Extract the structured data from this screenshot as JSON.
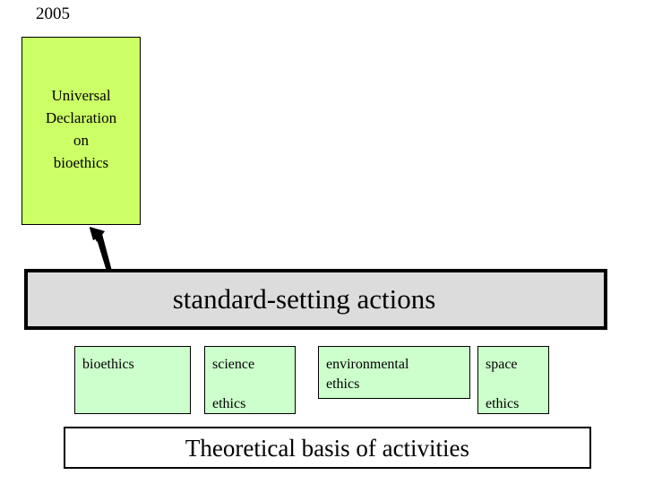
{
  "diagram": {
    "year": "2005",
    "top_box": {
      "label": "Universal\nDeclaration\non\nbioethics",
      "fill_color": "#CCFF66",
      "border_color": "#000000"
    },
    "arrow": {
      "name": "arrow-up",
      "from": "standard-setting actions",
      "to": "Universal Declaration on bioethics",
      "color": "#000000"
    },
    "band": {
      "label": "standard-setting actions",
      "fill_color": "#DCDCDC",
      "border_color": "#000000"
    },
    "ethics_boxes": [
      {
        "label": "bioethics",
        "fill_color": "#CCFFCC",
        "border_color": "#000000"
      },
      {
        "label": "science\n\nethics",
        "fill_color": "#CCFFCC",
        "border_color": "#000000"
      },
      {
        "label": "environmental\nethics",
        "fill_color": "#CCFFCC",
        "border_color": "#000000"
      },
      {
        "label": "space\n\nethics",
        "fill_color": "#CCFFCC",
        "border_color": "#000000"
      }
    ],
    "bottom_box": {
      "label": "Theoretical basis of activities",
      "fill_color": "#FFFFFF",
      "border_color": "#000000"
    }
  }
}
